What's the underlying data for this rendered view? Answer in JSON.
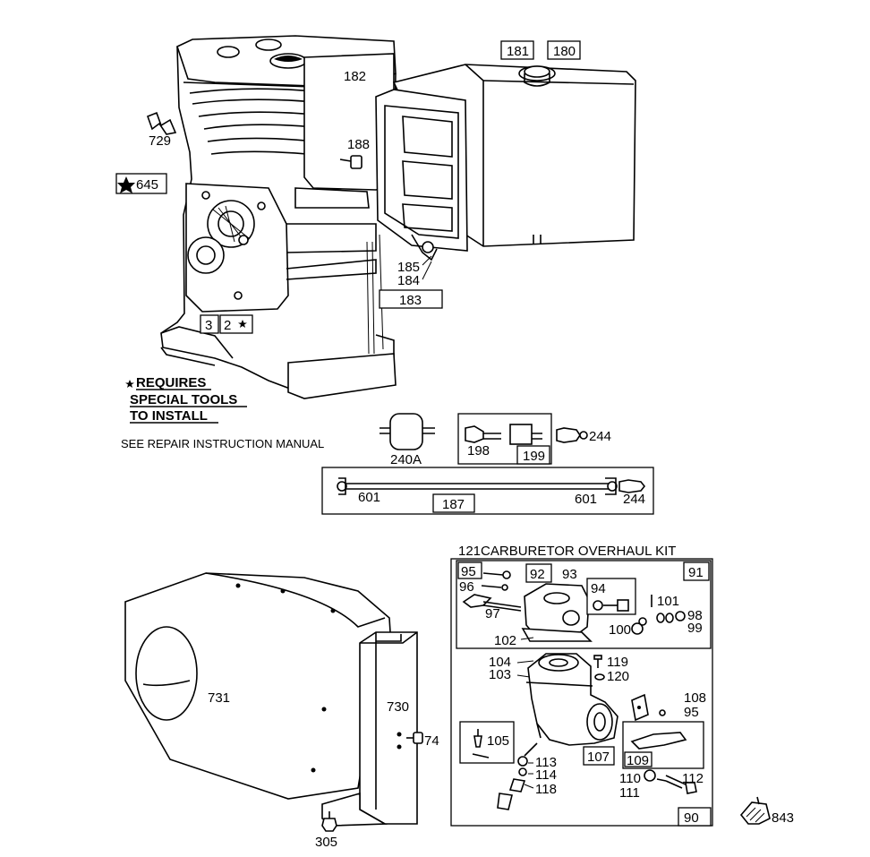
{
  "notes": {
    "requires_line1": "REQUIRES",
    "requires_line2": "SPECIAL TOOLS",
    "requires_line3": "TO INSTALL",
    "see_manual": "SEE REPAIR INSTRUCTION MANUAL",
    "kit_title": "121CARBURETOR OVERHAUL KIT"
  },
  "labels": {
    "p181": "181",
    "p180": "180",
    "p182": "182",
    "p729": "729",
    "p645": "645",
    "p188": "188",
    "p185": "185",
    "p184": "184",
    "p183": "183",
    "p3": "3",
    "p2": "2",
    "p240a": "240A",
    "p198": "198",
    "p199": "199",
    "p244a": "244",
    "p601a": "601",
    "p187": "187",
    "p601b": "601",
    "p244b": "244",
    "p731": "731",
    "p730": "730",
    "p74": "74",
    "p305": "305",
    "p95a": "95",
    "p96": "96",
    "p92": "92",
    "p93": "93",
    "p91": "91",
    "p97": "97",
    "p94": "94",
    "p101": "101",
    "p98": "98",
    "p100": "100",
    "p99": "99",
    "p102": "102",
    "p104": "104",
    "p103": "103",
    "p119": "119",
    "p120": "120",
    "p108": "108",
    "p95b": "95",
    "p105": "105",
    "p107": "107",
    "p109": "109",
    "p113": "113",
    "p114": "114",
    "p118": "118",
    "p110": "110",
    "p112": "112",
    "p111": "111",
    "p90": "90",
    "p843": "843"
  }
}
